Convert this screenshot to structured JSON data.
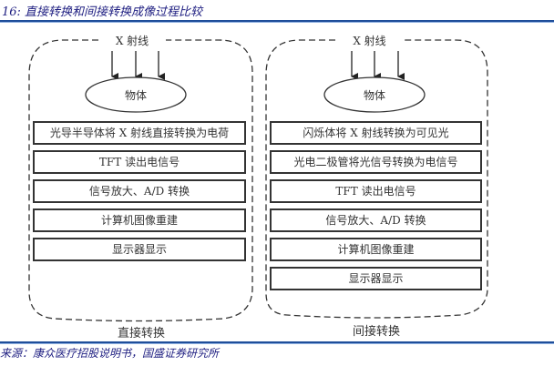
{
  "title": "16:  直接转换和间接转换成像过程比较",
  "source": "来源：康众医疗招股说明书，国盛证券研究所",
  "panels": [
    {
      "id": "direct",
      "xray_label": "X 射线",
      "object_label": "物体",
      "steps": [
        "光导半导体将 X 射线直接转换为电荷",
        "TFT 读出电信号",
        "信号放大、A/D 转换",
        "计算机图像重建",
        "显示器显示"
      ],
      "caption": "直接转换"
    },
    {
      "id": "indirect",
      "xray_label": "X 射线",
      "object_label": "物体",
      "steps": [
        "闪烁体将 X 射线转换为可见光",
        "光电二极管将光信号转换为电信号",
        "TFT 读出电信号",
        "信号放大、A/D 转换",
        "计算机图像重建",
        "显示器显示"
      ],
      "caption": "间接转换"
    }
  ],
  "colors": {
    "title_text": "#1d1d80",
    "rule": "#1f4e9a",
    "box_border": "#333333"
  }
}
